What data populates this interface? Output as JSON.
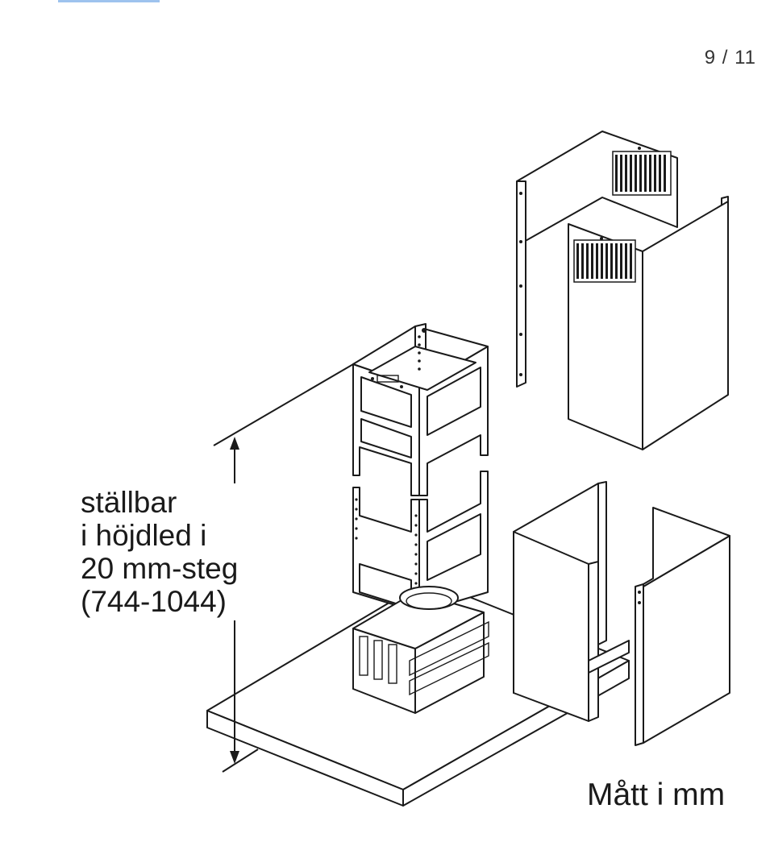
{
  "page": {
    "number": "9 / 11"
  },
  "figure": {
    "adjustment_note": [
      "ställbar",
      "i höjdled i",
      "20 mm-steg",
      "(744-1044)"
    ],
    "units_note": "Mått i mm"
  },
  "colors": {
    "ink": "#1a1a1a",
    "background": "#ffffff",
    "tab_accent": "#9ec3ee"
  }
}
